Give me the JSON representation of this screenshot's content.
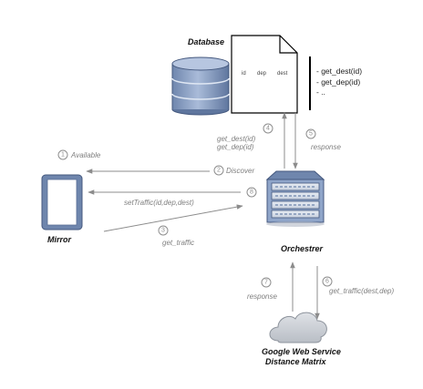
{
  "colors": {
    "arrow": "#8c8c8c",
    "label": "#7f7f7f",
    "icon_fill": "#8fa5c9",
    "icon_dark": "#44587e",
    "cloud": "#c8ccd2"
  },
  "icons": {
    "database": "database-cylinder-icon",
    "document": "document-icon",
    "mirror": "tablet-icon",
    "server": "server-rack-icon",
    "cloud": "cloud-icon"
  },
  "database": {
    "title": "Database",
    "columns": [
      "id",
      "dep",
      "dest"
    ],
    "methods": [
      "- get_dest(id)",
      "- get_dep(id)",
      "- .."
    ]
  },
  "mirror": {
    "title": "Mirror"
  },
  "orchestrer": {
    "title": "Orchestrer"
  },
  "google": {
    "title_line1": "Google Web Service",
    "title_line2": "Distance Matrix"
  },
  "steps": [
    {
      "num": "1",
      "label": "Available"
    },
    {
      "num": "2",
      "label": "Discover"
    },
    {
      "num": "3",
      "label": "get_traffic"
    },
    {
      "num": "4",
      "label": "get_dest(id)",
      "label2": "get_dep(id)"
    },
    {
      "num": "5",
      "label": "response"
    },
    {
      "num": "6",
      "label": "get_traffic(dest,dep)"
    },
    {
      "num": "7",
      "label": "response"
    },
    {
      "num": "8",
      "label": "setTraffic(id,dep,dest)"
    }
  ]
}
